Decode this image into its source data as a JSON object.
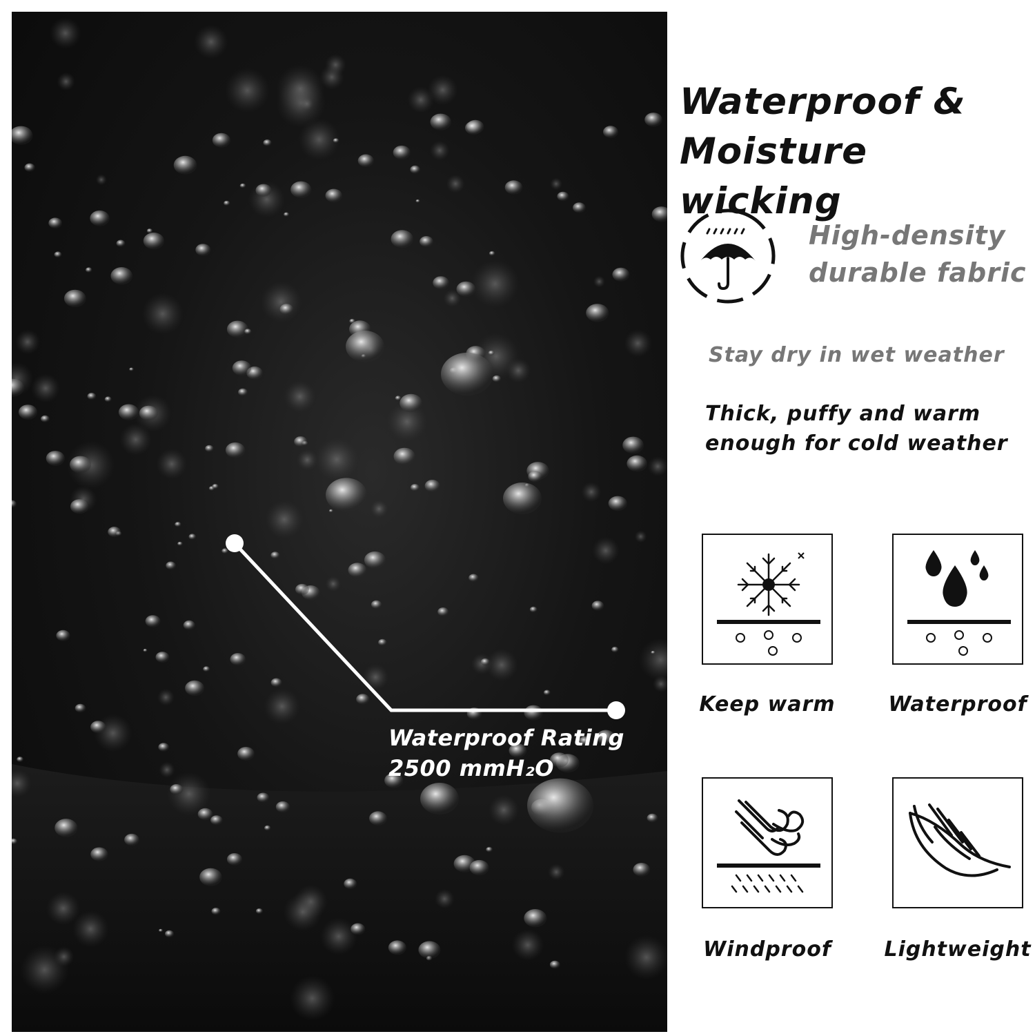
{
  "title": {
    "line1": "Waterproof &",
    "line2": "Moisture wicking"
  },
  "fabric": {
    "icon": "umbrella-rain-icon",
    "line1": "High-density",
    "line2": "durable fabric"
  },
  "stay_dry": "Stay dry in wet weather",
  "thick": {
    "line1": "Thick, puffy and warm",
    "line2": "enough for cold weather"
  },
  "callout": {
    "line1": "Waterproof Rating",
    "line2": "2500 mmH₂O"
  },
  "features": [
    {
      "label": "Keep warm",
      "icon": "snowflake-icon"
    },
    {
      "label": "Waterproof",
      "icon": "water-drops-icon"
    },
    {
      "label": "Windproof",
      "icon": "wind-icon"
    },
    {
      "label": "Lightweight",
      "icon": "feather-icon"
    }
  ],
  "colors": {
    "title": "#111111",
    "subtitle_gray": "#777777",
    "photo_dark": "#0a0a0a"
  }
}
